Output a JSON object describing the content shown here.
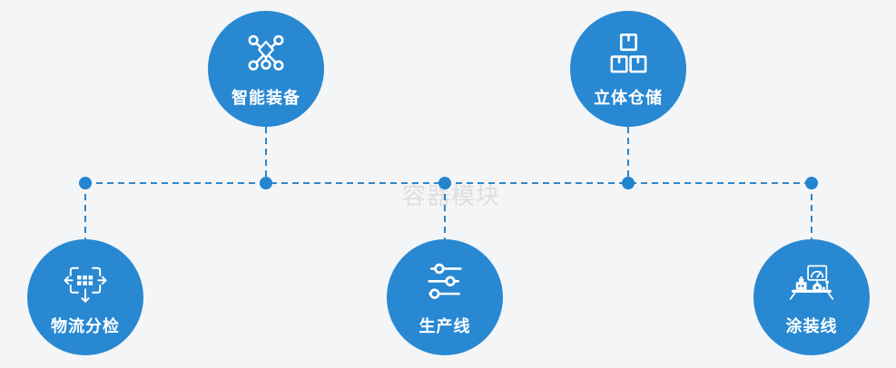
{
  "watermark": {
    "text": "容器模块"
  },
  "colors": {
    "node-blue": "#2888d2",
    "line-blue": "#2f86c9",
    "dot-blue": "#2384d0",
    "icon-white": "#ffffff",
    "watermark-gray": "#dcdee1",
    "background": "#f4f5f6"
  },
  "diagram": {
    "type": "process-node-map",
    "nodes": [
      {
        "label": "智能装备",
        "icon": "network-nodes-icon",
        "position": "top-left"
      },
      {
        "label": "立体仓储",
        "icon": "stacked-boxes-icon",
        "position": "top-right"
      },
      {
        "label": "物流分检",
        "icon": "sorting-arrows-icon",
        "position": "bottom-left"
      },
      {
        "label": "生产线",
        "icon": "sliders-icon",
        "position": "bottom-center"
      },
      {
        "label": "涂装线",
        "icon": "control-station-icon",
        "position": "bottom-right"
      }
    ]
  }
}
